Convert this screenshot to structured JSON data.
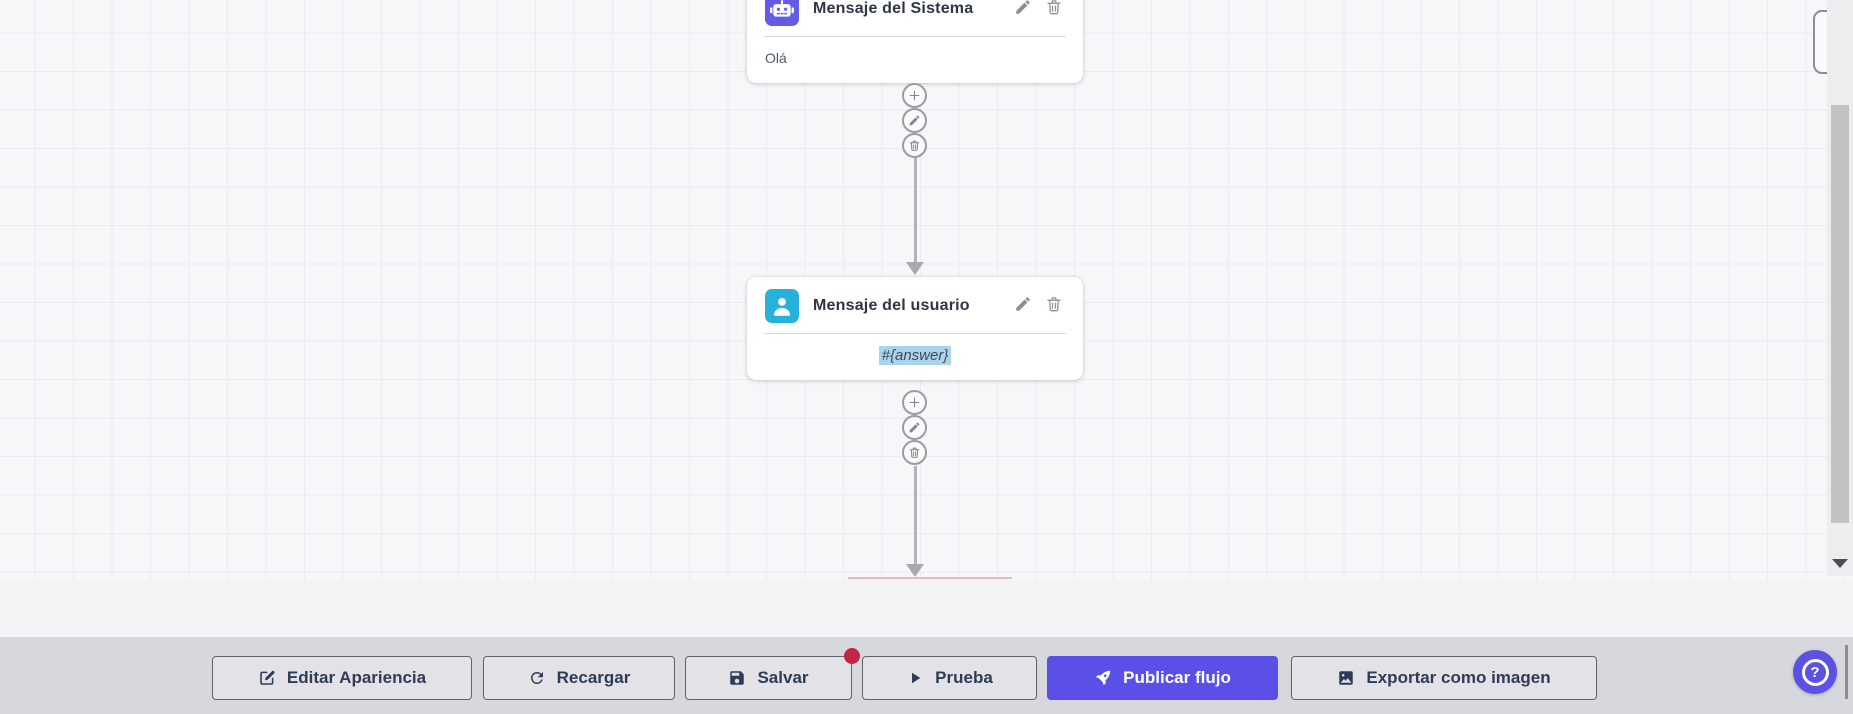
{
  "canvas": {
    "nodes": [
      {
        "title": "Mensaje del Sistema",
        "content": "Olá",
        "icon": "robot-icon",
        "icon_bg": "#645ce6"
      },
      {
        "title": "Mensaje del usuario",
        "content": "#{answer}",
        "icon": "user-icon",
        "icon_bg": "#27b2dc",
        "content_highlighted": true
      }
    ],
    "node_actions": [
      "edit",
      "delete"
    ],
    "connector_actions": [
      "add",
      "edit",
      "delete"
    ]
  },
  "toolbar": {
    "buttons": [
      {
        "label": "Editar Apariencia",
        "icon": "edit-square-icon"
      },
      {
        "label": "Recargar",
        "icon": "refresh-icon"
      },
      {
        "label": "Salvar",
        "icon": "save-icon",
        "badge": true,
        "badge_color": "#c32544"
      },
      {
        "label": "Prueba",
        "icon": "play-icon"
      },
      {
        "label": "Publicar flujo",
        "icon": "rocket-icon",
        "primary": true,
        "bg": "#5a50e8"
      },
      {
        "label": "Exportar como imagen",
        "icon": "image-icon"
      }
    ]
  },
  "help_button": {
    "label": "?",
    "bg": "#5a52e4"
  },
  "colors": {
    "canvas_bg": "#f7f7f9",
    "grid_line": "#e9ebf3",
    "toolbar_bg": "#d7d8dd",
    "accent": "#5a50e8",
    "badge": "#c32544",
    "bot_icon_bg": "#645ce6",
    "user_icon_bg": "#27b2dc",
    "variable_highlight": "#abd4ec",
    "connector_gray": "#9b9ba3"
  }
}
